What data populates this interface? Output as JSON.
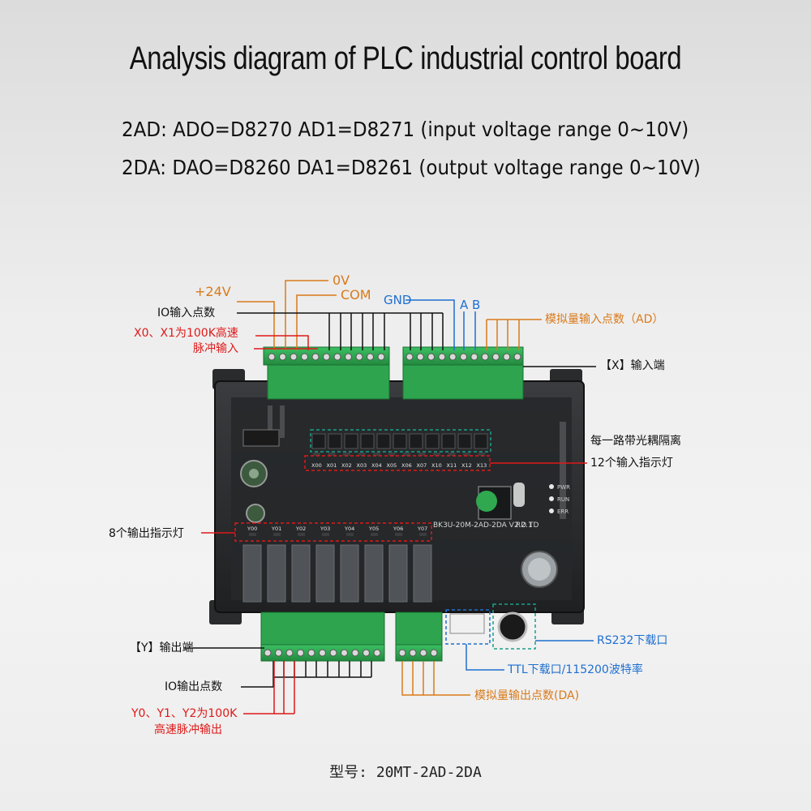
{
  "title": "Analysis diagram of PLC industrial control board",
  "specs": {
    "line1": "2AD: ADO=D8270 AD1=D8271 (input voltage range 0~10V)",
    "line2": "2DA: DAO=D8260 DA1=D8261 (output voltage range 0~10V)"
  },
  "labels": {
    "plus24v": "+24V",
    "zero_v": "0V",
    "com": "COM",
    "gnd": "GND",
    "a": "A",
    "b": "B",
    "io_input_points": "IO输入点数",
    "high_speed_input_1": "X0、X1为100K高速",
    "high_speed_input_2": "脉冲输入",
    "analog_input": "模拟量输入点数（AD）",
    "x_input_terminal": "【X】输入端",
    "optocoupler": "每一路带光耦隔离",
    "input_indicators": "12个输入指示灯",
    "output_indicators": "8个输出指示灯",
    "y_output_terminal": "【Y】输出端",
    "rs232": "RS232下载口",
    "ttl": "TTL下载口/115200波特率",
    "io_output_points": "IO输出点数",
    "analog_output": "模拟量输出点数(DA)",
    "high_speed_output_1": "Y0、Y1、Y2为100K",
    "high_speed_output_2": "高速脉冲输出"
  },
  "board": {
    "model_silk": "BK3U-20M-2AD-2DA V2.2.1",
    "input_leds": [
      "X00",
      "X01",
      "X02",
      "X03",
      "X04",
      "X05",
      "X06",
      "X07",
      "X10",
      "X11",
      "X12",
      "X13"
    ],
    "output_leds": [
      "Y00",
      "Y01",
      "Y02",
      "Y03",
      "Y04",
      "Y05",
      "Y06",
      "Y07"
    ],
    "status_leds": [
      "PWR",
      "RUN",
      "ERR"
    ],
    "rd_td": "RD  TD"
  },
  "model": "型号: 20MT-2AD-2DA",
  "colors": {
    "red": "#e01919",
    "orange": "#d97a1a",
    "blue": "#1e6fd0",
    "teal": "#1aa08a",
    "terminal_green": "#2fa84f",
    "board": "#2a2c2e"
  }
}
